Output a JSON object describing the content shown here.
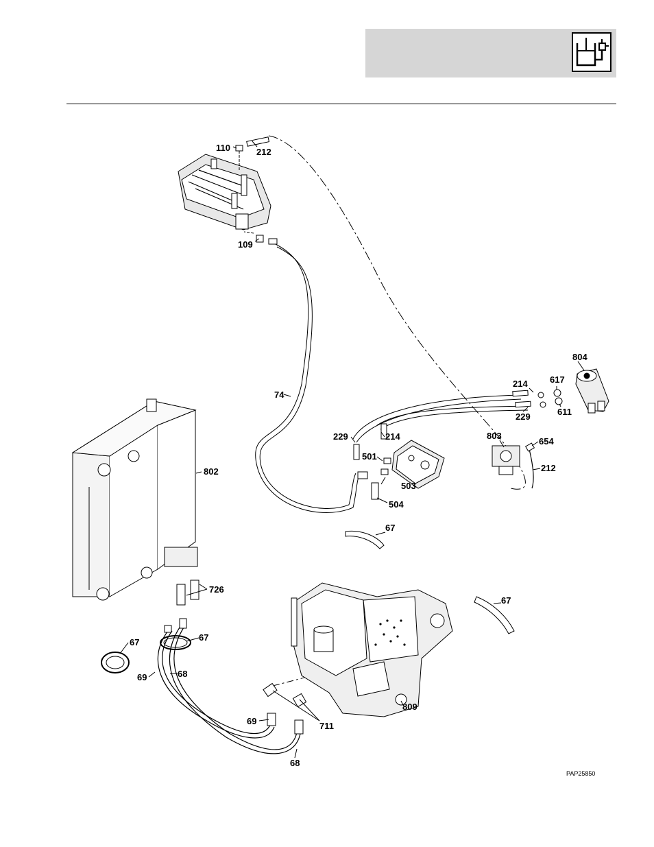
{
  "header": {
    "icon": "hydraulic-reservoir-icon",
    "background": "#d6d6d6"
  },
  "diagram": {
    "reference_code": "PAP25850",
    "parts": {
      "p110": "110",
      "p212_top": "212",
      "p109": "109",
      "p74": "74",
      "p804": "804",
      "p214_right": "214",
      "p617": "617",
      "p229_right": "229",
      "p611": "611",
      "p803": "803",
      "p654": "654",
      "p212_right": "212",
      "p229_mid": "229",
      "p214_mid": "214",
      "p501": "501",
      "p503": "503",
      "p504": "504",
      "p67_mid": "67",
      "p802": "802",
      "p726": "726",
      "p67_left": "67",
      "p67_hoses": "67",
      "p69_left": "69",
      "p68_left": "68",
      "p67_right": "67",
      "p809": "809",
      "p69_bottom": "69",
      "p711": "711",
      "p68_bottom": "68"
    }
  }
}
